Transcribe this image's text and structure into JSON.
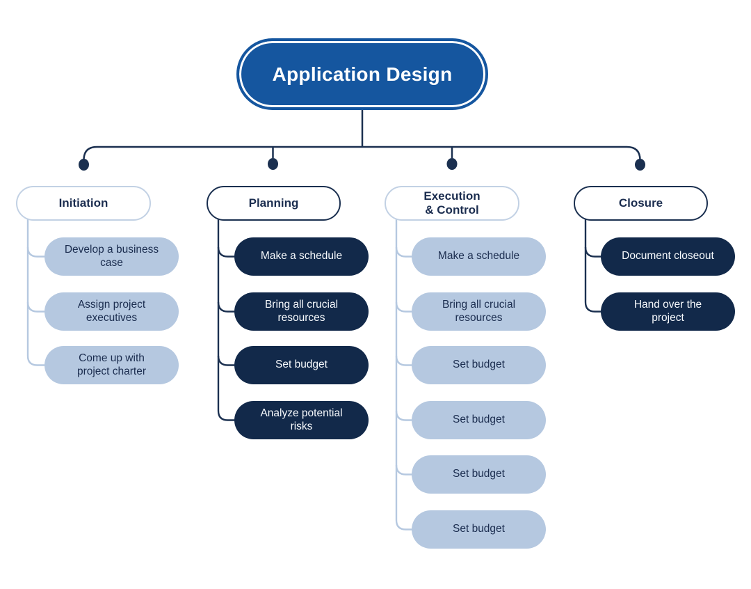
{
  "diagram": {
    "title": "Application Design",
    "branches": [
      {
        "label": "Initiation",
        "children": [
          "Develop a business\ncase",
          "Assign project\nexecutives",
          "Come up with\nproject charter"
        ]
      },
      {
        "label": "Planning",
        "children": [
          "Make a schedule",
          "Bring all crucial\nresources",
          "Set budget",
          "Analyze potential\nrisks"
        ]
      },
      {
        "label": "Execution\n& Control",
        "children": [
          "Make a schedule",
          "Bring all crucial\nresources",
          "Set budget",
          "Set budget",
          "Set budget",
          "Set budget"
        ]
      },
      {
        "label": "Closure",
        "children": [
          "Document closeout",
          "Hand over the\nproject"
        ]
      }
    ],
    "colors": {
      "brand_blue": "#15569f",
      "dark_navy": "#12294a",
      "connector_dark": "#1b3050",
      "light_blue": "#b5c8e0",
      "light_border": "#c2d1e4",
      "background": "#ffffff"
    }
  }
}
